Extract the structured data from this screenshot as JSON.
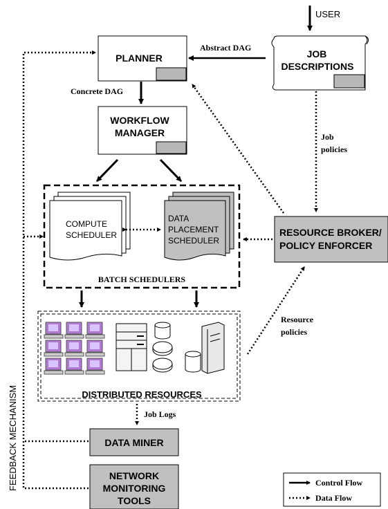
{
  "user_label": "USER",
  "planner": {
    "label": "PLANNER"
  },
  "job_descriptions": {
    "line1": "JOB",
    "line2": "DESCRIPTIONS"
  },
  "workflow_manager": {
    "line1": "WORKFLOW",
    "line2": "MANAGER"
  },
  "compute_scheduler": {
    "line1": "COMPUTE",
    "line2": "SCHEDULER"
  },
  "data_placement_scheduler": {
    "line1": "DATA",
    "line2": "PLACEMENT",
    "line3": "SCHEDULER"
  },
  "batch_schedulers_label": "BATCH SCHEDULERS",
  "resource_broker": {
    "line1": "RESOURCE BROKER/",
    "line2": "POLICY ENFORCER"
  },
  "distributed_resources_label": "DISTRIBUTED RESOURCES",
  "data_miner": {
    "label": "DATA MINER"
  },
  "network_monitoring": {
    "line1": "NETWORK",
    "line2": "MONITORING",
    "line3": "TOOLS"
  },
  "edge_labels": {
    "abstract_dag": "Abstract DAG",
    "concrete_dag": "Concrete DAG",
    "job_policies_1": "Job",
    "job_policies_2": "policies",
    "resource_policies_1": "Resource",
    "resource_policies_2": "policies",
    "job_logs": "Job Logs"
  },
  "feedback_label": "FEEDBACK MECHANISM",
  "legend": {
    "control_flow": "Control Flow",
    "data_flow": "Data Flow"
  },
  "colors": {
    "gray_box": "#c0c0c0",
    "tab": "#b8b8b8",
    "ink": "#000000"
  }
}
